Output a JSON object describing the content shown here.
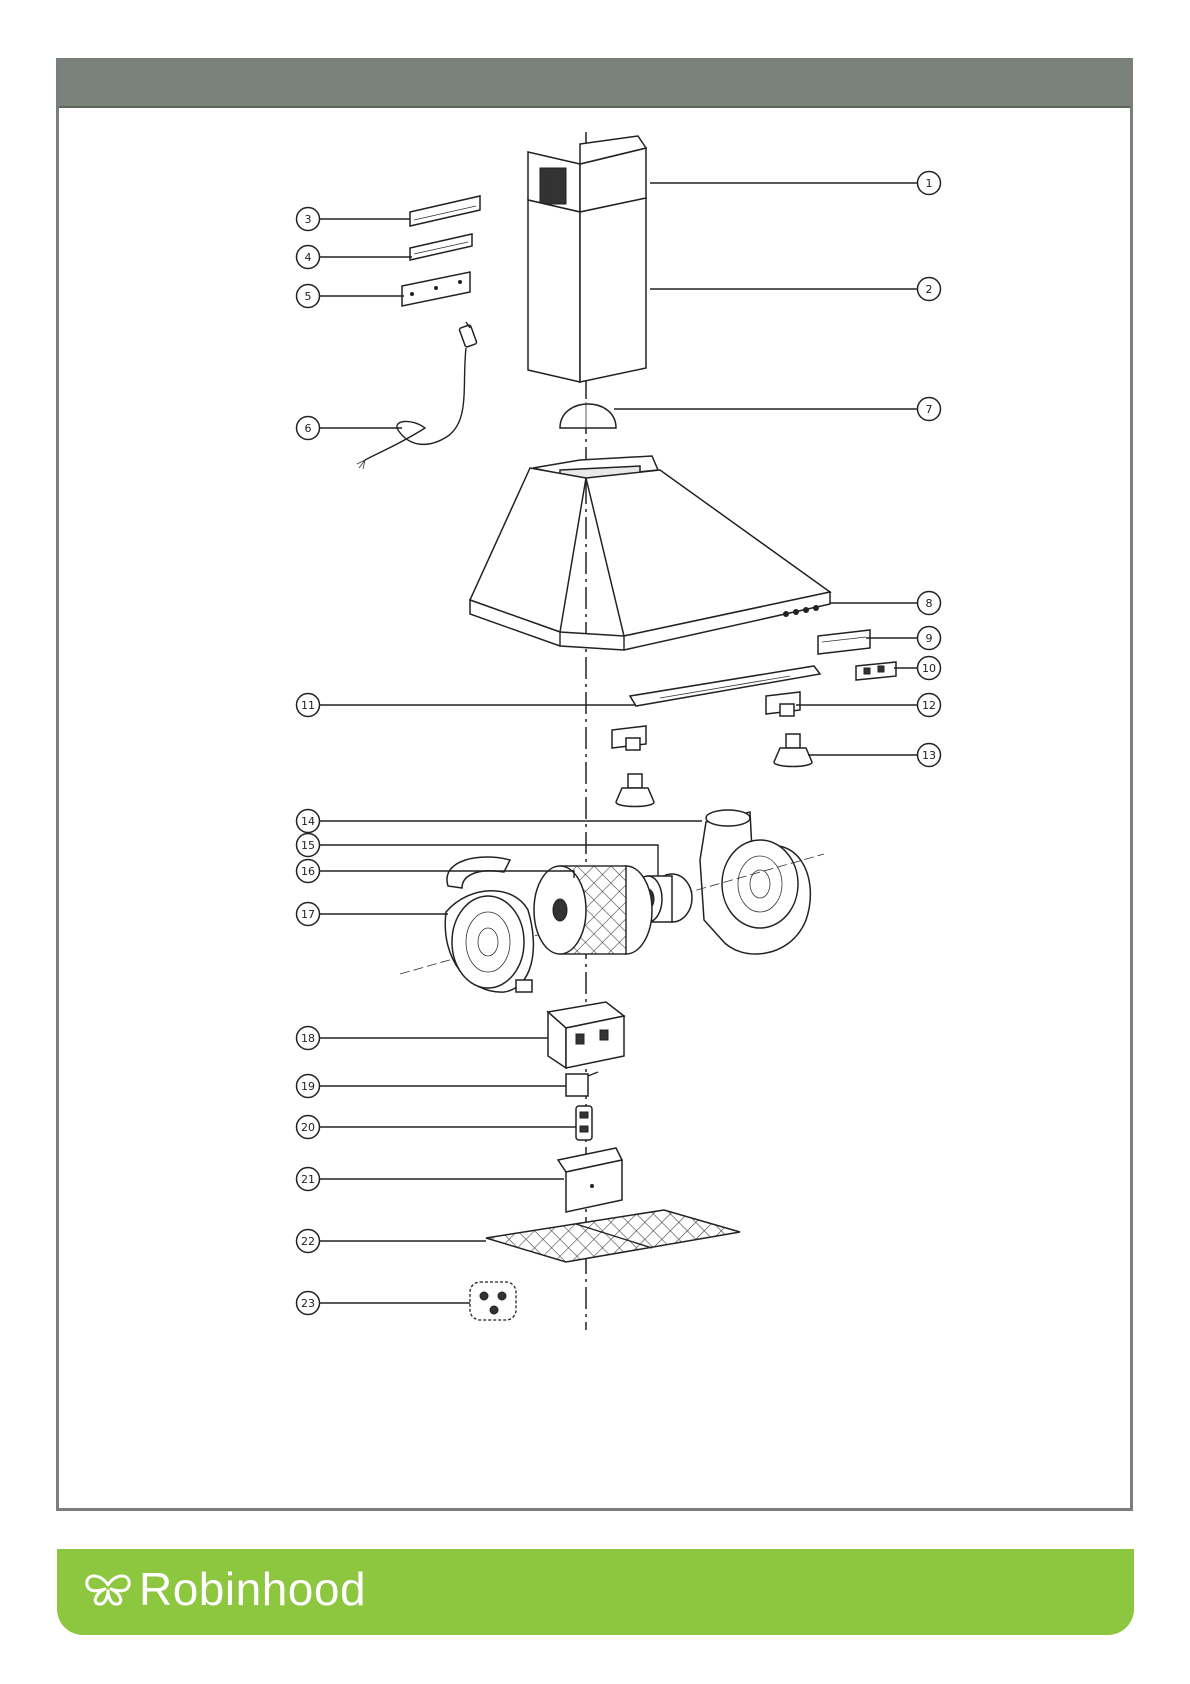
{
  "brand": {
    "name": "Robinhood",
    "logo_icon": "butterfly-logo-icon",
    "color": "#8dc63f"
  },
  "header": {
    "color": "#7b827b"
  },
  "diagram": {
    "parts": [
      {
        "number": "1"
      },
      {
        "number": "2"
      },
      {
        "number": "3"
      },
      {
        "number": "4"
      },
      {
        "number": "5"
      },
      {
        "number": "6"
      },
      {
        "number": "7"
      },
      {
        "number": "8"
      },
      {
        "number": "9"
      },
      {
        "number": "10"
      },
      {
        "number": "11"
      },
      {
        "number": "12"
      },
      {
        "number": "13"
      },
      {
        "number": "14"
      },
      {
        "number": "15"
      },
      {
        "number": "16"
      },
      {
        "number": "17"
      },
      {
        "number": "18"
      },
      {
        "number": "19"
      },
      {
        "number": "20"
      },
      {
        "number": "21"
      },
      {
        "number": "22"
      },
      {
        "number": "23"
      }
    ]
  }
}
